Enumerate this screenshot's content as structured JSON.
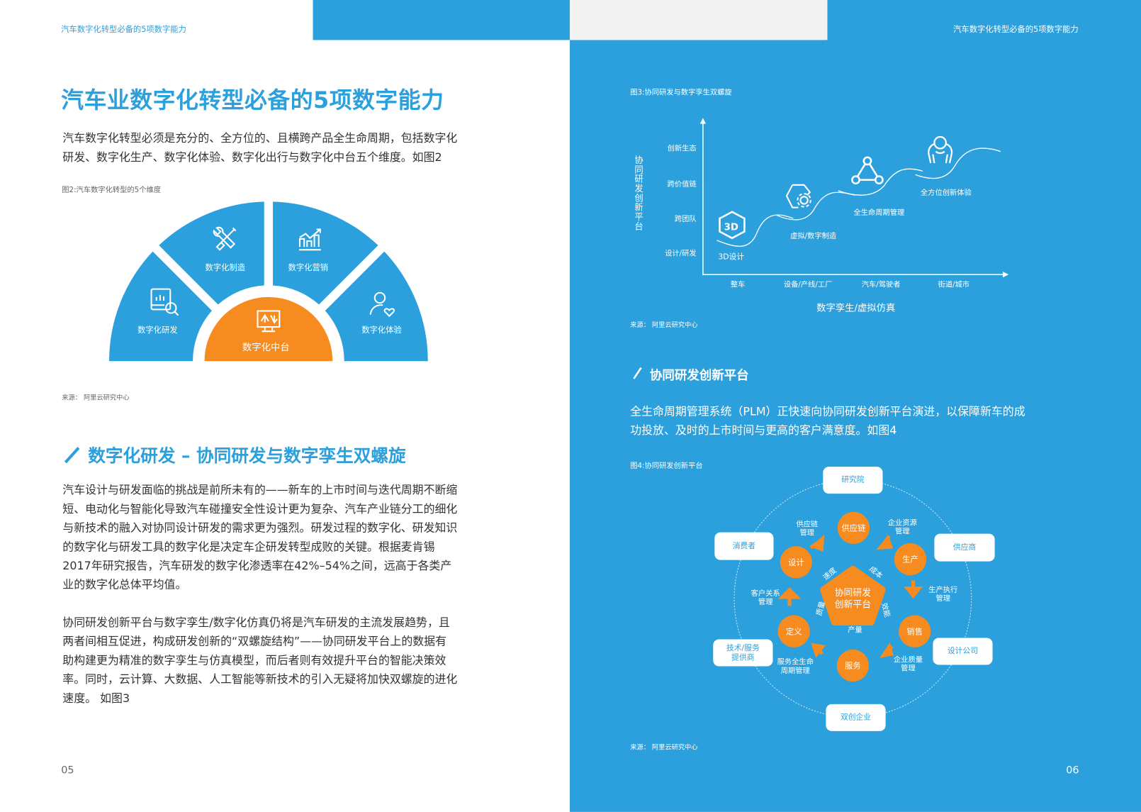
{
  "header": {
    "left_title": "汽车数字化转型必备的5项数字能力",
    "right_title": "汽车数字化转型必备的5项数字能力"
  },
  "left": {
    "title": "汽车业数字化转型必备的5项数字能力",
    "intro": "汽车数字化转型必须是充分的、全方位的、且横跨产品全生命周期，包括数字化\n研发、数字化生产、数字化体验、数字化出行与数字化中台五个维度。如图2",
    "fig2": {
      "caption": "图2:汽车数字化转型的5个维度",
      "segments": [
        {
          "label": "数字化研发",
          "icon": "book-search-icon"
        },
        {
          "label": "数字化制造",
          "icon": "wrench-screwdriver-icon"
        },
        {
          "label": "数字化营销",
          "icon": "bar-chart-growth-icon"
        },
        {
          "label": "数字化体验",
          "icon": "user-heart-icon"
        }
      ],
      "center": {
        "label": "数字化中台",
        "icon": "monitor-arrows-icon"
      },
      "source": "来源：  阿里云研究中心",
      "colors": {
        "segment": "#2ca0dc",
        "center": "#f68b1f"
      }
    },
    "section_heading": "数字化研发 – 协同研发与数字孪生双螺旋",
    "para1": "汽车设计与研发面临的挑战是前所未有的——新车的上市时间与迭代周期不断缩\n短、电动化与智能化导致汽车碰撞安全性设计更为复杂、汽车产业链分工的细化\n与新技术的融入对协同设计研发的需求更为强烈。研发过程的数字化、研发知识\n的数字化与研发工具的数字化是决定车企研发转型成败的关键。根据麦肯锡\n2017年研究报告，汽车研发的数字化渗透率在42%–54%之间，远高于各类产\n业的数字化总体平均值。",
    "para2": "协同研发创新平台与数字孪生/数字化仿真仍将是汽车研发的主流发展趋势，且\n两者间相互促进，构成研发创新的“双螺旋结构”——协同研发平台上的数据有\n助构建更为精准的数字孪生与仿真模型，而后者则有效提升平台的智能决策效\n率。同时，云计算、大数据、人工智能等新技术的引入无疑将加快双螺旋的进化\n速度。 如图3",
    "page_number": "05"
  },
  "right": {
    "fig3": {
      "caption": "图3:协同研发与数字孪生双螺旋",
      "y_title": "协同研发创新平台",
      "y_labels": [
        "创新生态",
        "跨价值链",
        "跨团队",
        "设计/研发"
      ],
      "x_labels": [
        "整车",
        "设备/产线/工厂",
        "汽车/驾驶者",
        "街道/城市"
      ],
      "x_title": "数字孪生/虚拟仿真",
      "stages": [
        {
          "label": "3D设计",
          "icon": "3d-cube-icon"
        },
        {
          "label": "虚拟/数字制造",
          "icon": "hexagon-gear-icon"
        },
        {
          "label": "全生命周期管理",
          "icon": "network-nodes-icon"
        },
        {
          "label": "全方位创新体验",
          "icon": "person-hands-icon"
        }
      ],
      "source": "来源：  阿里云研究中心"
    },
    "section_heading": "协同研发创新平台",
    "para": "全生命周期管理系统（PLM）正快速向协同研发创新平台演进，以保障新车的成\n功投放、及时的上市时间与更高的客户满意度。如图4",
    "fig4": {
      "caption": "图4:协同研发创新平台",
      "center": "协同研发\n创新平台",
      "metrics": [
        "速度",
        "成本",
        "效能",
        "产量",
        "质量"
      ],
      "nodes": [
        "供应链",
        "生产",
        "销售",
        "服务",
        "定义",
        "设计"
      ],
      "flows": [
        "供应链\n管理",
        "企业资源\n管理",
        "生产执行\n管理",
        "企业质量\n管理",
        "服务全生命\n周期管理",
        "客户关系\n管理"
      ],
      "partners": [
        "研究院",
        "供应商",
        "设计公司",
        "双创企业",
        "技术/服务\n提供商",
        "消费者"
      ],
      "source": "来源：  阿里云研究中心",
      "colors": {
        "node": "#f68b1f",
        "partner": "#ffffff"
      }
    },
    "page_number": "06"
  }
}
